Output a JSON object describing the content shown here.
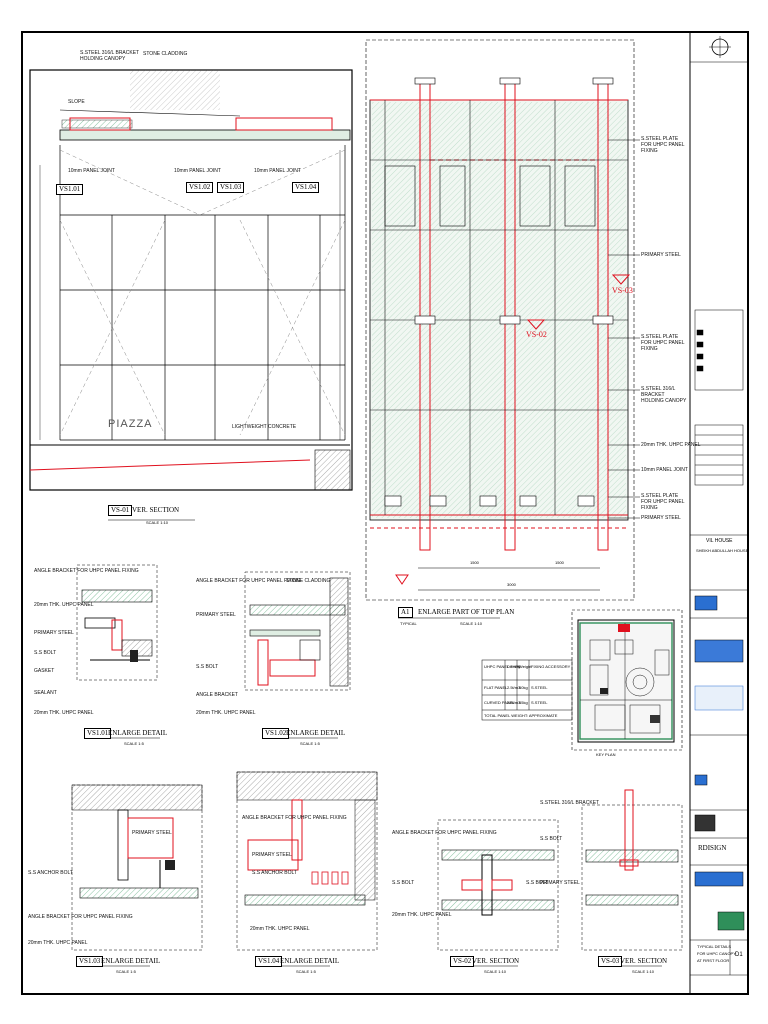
{
  "elevation": {
    "tags": [
      "VS1.01",
      "VS1.02",
      "VS1.03",
      "VS1.04"
    ],
    "labels": {
      "steel_bracket": "S.STEEL 316/L BRACKET HOLDING CANOPY",
      "stone_cladding": "STONE CLADDING",
      "slope": "SLOPE",
      "panel_joint_1": "10mm PANEL JOINT",
      "panel_joint_2": "10mm PANEL JOINT",
      "panel_joint_3": "10mm PANEL JOINT",
      "piazza": "PIAZZA",
      "lightweight": "LIGHTWEIGHT CONCRETE"
    },
    "title": {
      "tag": "VS-01",
      "name": "VER. SECTION",
      "scale": "SCALE 1:10"
    }
  },
  "plan": {
    "labels": {
      "l1": "S.STEEL PLATE FOR UHPC PANEL FIXING",
      "l2": "PRIMARY STEEL",
      "l3": "S.STEEL PLATE FOR UHPC PANEL FIXING",
      "l4": "S.STEEL 316/L BRACKET HOLDING CANOPY",
      "l5": "20mm THK. UHPC PANEL",
      "l6": "10mm PANEL JOINT",
      "l7": "S.STEEL PLATE FOR UHPC PANEL FIXING",
      "l8": "PRIMARY STEEL"
    },
    "markers": {
      "vs03": "VS-03",
      "vs02": "VS-02"
    },
    "dims": [
      "1500",
      "1500",
      "3000"
    ],
    "title": {
      "tag": "A1",
      "name": "ENLARGE PART OF TOP PLAN",
      "sub": "TYPICAL",
      "scale": "SCALE 1:10"
    }
  },
  "table": {
    "rows": [
      [
        "UHPC PANEL TYPE",
        "Density",
        "Weight",
        "FIXING ACCESSORY"
      ],
      [
        "FLAT PANEL",
        "2.5t/m3",
        "50kg",
        "S.STEEL"
      ],
      [
        "CURVED PANEL",
        "2.5t/m3",
        "55kg",
        "S.STEEL"
      ]
    ],
    "note": "TOTAL PANEL WEIGHT: APPROXIMATE"
  },
  "keyplan": {
    "label": "KEY PLAN"
  },
  "details": [
    {
      "tag": "VS1.01",
      "name": "ENLARGE DETAIL",
      "scale": "SCALE 1:5"
    },
    {
      "tag": "VS1.02",
      "name": "ENLARGE DETAIL",
      "scale": "SCALE 1:5"
    },
    {
      "tag": "VS1.03",
      "name": "ENLARGE DETAIL",
      "scale": "SCALE 1:5"
    },
    {
      "tag": "VS1.04",
      "name": "ENLARGE DETAIL",
      "scale": "SCALE 1:5"
    },
    {
      "tag": "VS-02",
      "name": "VER. SECTION",
      "scale": "SCALE 1:10"
    },
    {
      "tag": "VS-03",
      "name": "VER. SECTION",
      "scale": "SCALE 1:10"
    }
  ],
  "detail_labels": {
    "d1": [
      "ANGLE BRACKET FOR UHPC PANEL FIXING",
      "20mm THK. UHPC PANEL",
      "PRIMARY STEEL",
      "S.S BOLT",
      "GASKET",
      "SEALANT",
      "20mm THK. UHPC PANEL"
    ],
    "d2": [
      "ANGLE BRACKET FOR UHPC PANEL FIXING",
      "STONE CLADDING",
      "PRIMARY STEEL",
      "S.S BOLT",
      "ANGLE BRACKET",
      "20mm THK. UHPC PANEL"
    ],
    "d3": [
      "PRIMARY STEEL",
      "S.S ANCHOR BOLT",
      "ANGLE BRACKET FOR UHPC PANEL FIXING",
      "20mm THK. UHPC PANEL"
    ],
    "d4": [
      "ANGLE BRACKET FOR UHPC PANEL FIXING",
      "PRIMARY STEEL",
      "S.S ANCHOR BOLT",
      "20mm THK. UHPC PANEL"
    ],
    "d5": [
      "ANGLE BRACKET FOR UHPC PANEL FIXING",
      "S.S BOLT",
      "20mm THK. UHPC PANEL",
      "S.S BOLT"
    ],
    "d6": [
      "S.STEEL 316/L BRACKET",
      "S.S BOLT",
      "PRIMARY STEEL"
    ]
  },
  "titleblock": {
    "project": "VIL HOUSE",
    "client": "SHEIKH ABDULLAH HOUSE",
    "drawing_title": [
      "TYPICAL DETAILS",
      "FOR UHPC CANOPY",
      "AT FIRST FLOOR"
    ],
    "sheet": "D1",
    "brand": "RDISIGN"
  },
  "colors": {
    "red": "#e0101e",
    "hatch": "#2f8f5a",
    "line": "#111111",
    "panel": "#eaf3ec"
  }
}
